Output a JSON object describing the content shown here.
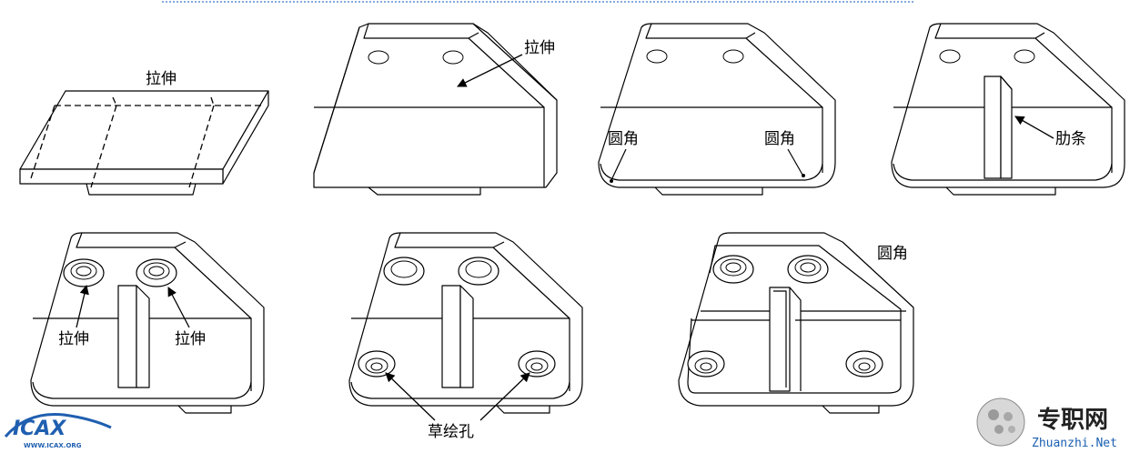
{
  "steps": [
    {
      "id": "step-1",
      "labels": [
        "拉伸"
      ]
    },
    {
      "id": "step-2",
      "labels": [
        "拉伸"
      ]
    },
    {
      "id": "step-3",
      "labels": [
        "圆角",
        "圆角"
      ]
    },
    {
      "id": "step-4",
      "labels": [
        "肋条"
      ]
    },
    {
      "id": "step-5",
      "labels": [
        "拉伸",
        "拉伸"
      ]
    },
    {
      "id": "step-6",
      "labels": [
        "草绘孔"
      ]
    },
    {
      "id": "step-7",
      "labels": [
        "圆角"
      ]
    }
  ],
  "watermark": {
    "left_logo": "ICAX",
    "left_url": "WWW.ICAX.ORG",
    "right_cn": "专职网",
    "right_url": "Zhuanzhi.Net"
  },
  "colors": {
    "line": "#000000",
    "logo_blue": "#1f5fb0",
    "border_blue": "#3a78c8"
  }
}
